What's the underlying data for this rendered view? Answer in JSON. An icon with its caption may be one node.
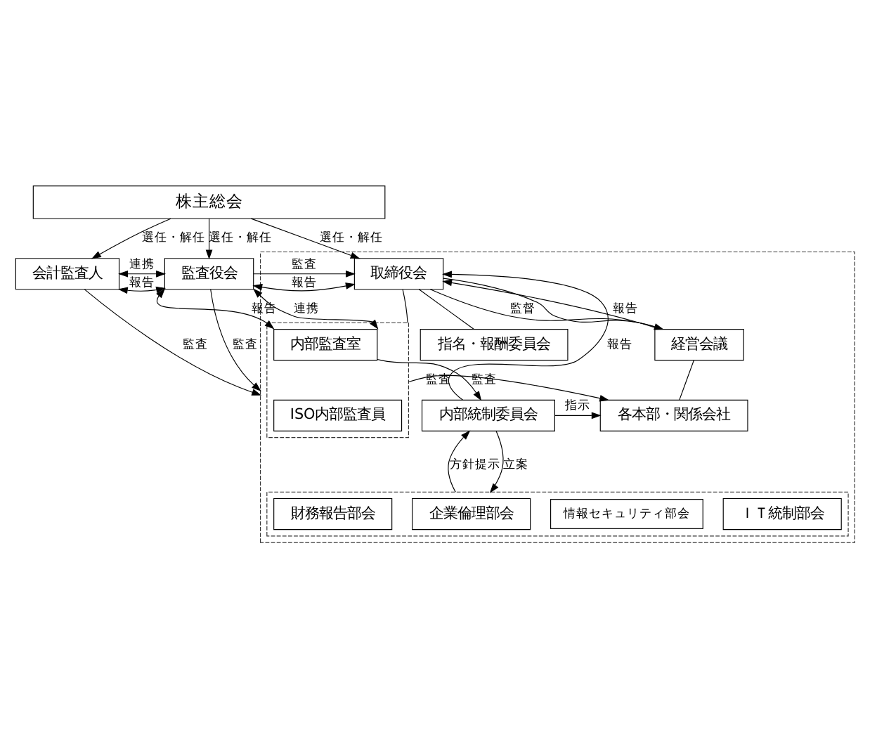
{
  "diagram": {
    "nodes": [
      {
        "text": [
          "株主総会"
        ]
      },
      {
        "text": [
          "会計監査人"
        ]
      },
      {
        "text": [
          "監査役会"
        ]
      },
      {
        "text": [],
        "shape": "box"
      },
      {
        "text": [
          "取締役会"
        ],
        "in": 3
      },
      {
        "text": [
          "指名・報酬委員会"
        ],
        "in": 3
      },
      {
        "text": [
          "経営会議"
        ],
        "in": 3
      },
      {
        "text": [],
        "shape": "box",
        "in": 3
      },
      {
        "text": [
          "内部監査室"
        ],
        "in": 7
      },
      {
        "text": [
          "ISO内部監査員"
        ],
        "in": 7
      },
      {
        "text": [
          "各本部・関係会社"
        ],
        "in": 3
      },
      {
        "text": [
          "内部統制委員会"
        ],
        "in": 3
      },
      {
        "text": [],
        "shape": "box",
        "in": 3
      },
      {
        "text": [
          "ＩＴ統制部会"
        ],
        "in": 12
      },
      {
        "text": [
          "情報セキュリティ部会"
        ],
        "in": 12
      },
      {
        "text": [
          "企業倫理部会"
        ],
        "in": 12
      },
      {
        "text": [
          "財務報告部会"
        ],
        "in": 12
      }
    ],
    "edges": [
      {
        "from": 0,
        "to": 1,
        "arrow": "to",
        "label": "選任・解任"
      },
      {
        "from": 0,
        "to": 2,
        "arrow": "to",
        "label": "選任・解任"
      },
      {
        "from": 0,
        "to": 4,
        "arrow": "to",
        "label": "選任・解任"
      },
      {
        "from": 1,
        "to": 2,
        "arrow": "both",
        "label": "連携"
      },
      {
        "from": 1,
        "to": 2,
        "arrow": "both",
        "label": "報告"
      },
      {
        "from": 2,
        "to": 4,
        "arrow": "to",
        "label": "監査"
      },
      {
        "from": 2,
        "to": 4,
        "arrow": "both",
        "label": "報告"
      },
      {
        "from": 2,
        "to": 3,
        "arrow": "to",
        "label": "監査"
      },
      {
        "from": 1,
        "to": 3,
        "arrow": "to",
        "label": "監査"
      },
      {
        "from": 2,
        "to": 8,
        "arrow": "both",
        "label": "報告"
      },
      {
        "from": 2,
        "to": 8,
        "arrow": "both",
        "label": "連携"
      },
      {
        "from": 4,
        "to": 7,
        "arrow": "none"
      },
      {
        "from": 6,
        "to": 4,
        "arrow": "to",
        "label": "報告"
      },
      {
        "from": 4,
        "to": 6,
        "arrow": "to",
        "label": "監督"
      },
      {
        "from": 4,
        "to": 5,
        "arrow": "none"
      },
      {
        "from": 4,
        "to": 6,
        "arrow": "none"
      },
      {
        "from": 6,
        "to": 10,
        "arrow": "none"
      },
      {
        "from": 7,
        "to": 10,
        "arrow": "to",
        "label": "監査"
      },
      {
        "from": 8,
        "to": 11,
        "arrow": "to",
        "label": "監査"
      },
      {
        "from": 11,
        "to": 10,
        "arrow": "to",
        "label": "指示"
      },
      {
        "from": 11,
        "to": 4,
        "arrow": "to",
        "label": "報告"
      },
      {
        "from": 12,
        "to": 11,
        "arrow": "to",
        "label": "方針提示"
      },
      {
        "from": 11,
        "to": 12,
        "arrow": "to",
        "label": "立案"
      }
    ]
  }
}
